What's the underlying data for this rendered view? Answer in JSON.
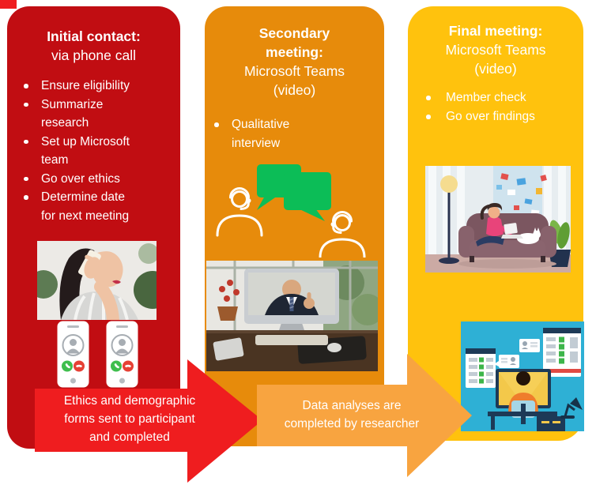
{
  "diagram": {
    "stages": [
      {
        "title_bold": "Initial contact:",
        "title_rest": "via phone call",
        "bullets": [
          "Ensure eligibility",
          "Summarize research",
          "Set up Microsoft team",
          "Go over ethics",
          "Determine date for next meeting"
        ]
      },
      {
        "title_bold": "Secondary meeting:",
        "title_rest": "Microsoft Teams (video)",
        "bullets": [
          "Qualitative interview"
        ]
      },
      {
        "title_bold": "Final meeting:",
        "title_rest": "Microsoft Teams (video)",
        "bullets": [
          "Member check",
          "Go over findings"
        ]
      }
    ],
    "arrows": [
      {
        "text": "Ethics and demographic forms sent to participant and completed"
      },
      {
        "text": "Data analyses are completed by researcher"
      }
    ]
  },
  "images": {
    "phone_photo": "photo-woman-talking-on-phone",
    "video_call_photo": "photo-desktop-video-call",
    "couch_illustration": "illustration-participant-on-couch-with-laptop",
    "researcher_illustration": "illustration-researcher-analyzing-data-at-computer",
    "incoming_call_icon": "incoming-call-smartphone-icon",
    "chat_icon": "people-with-headsets-chat-icon"
  },
  "colors": {
    "column_red": "#C10D12",
    "column_orange": "#E78B0B",
    "column_yellow": "#FFC20D",
    "arrow_red": "#EF1D1F",
    "arrow_orange": "#F8A440",
    "chat_green": "#0CBD57",
    "text_white": "#FFFFFF"
  }
}
